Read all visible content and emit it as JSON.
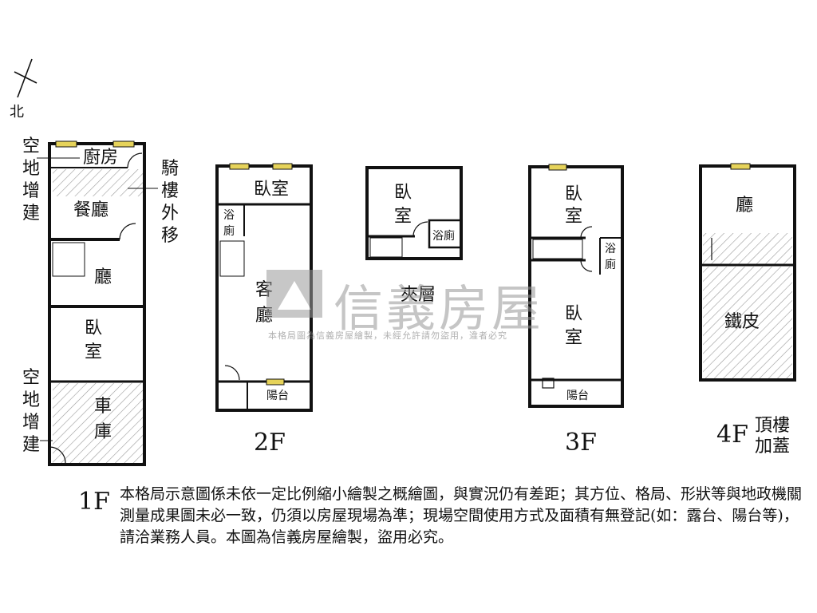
{
  "compass": {
    "north_label": "北"
  },
  "floor1": {
    "label": "1F",
    "rooms": {
      "kitchen": "廚房",
      "dining": "餐廳",
      "living": "廳",
      "bedroom_1": "臥",
      "bedroom_2": "室",
      "garage_1": "車",
      "garage_2": "庫"
    },
    "side_notes": {
      "annex_top": [
        "空",
        "地",
        "增",
        "建"
      ],
      "arcade": [
        "騎",
        "樓",
        "外",
        "移"
      ],
      "annex_bottom": [
        "空",
        "地",
        "增",
        "建"
      ]
    }
  },
  "floor2": {
    "label": "2F",
    "rooms": {
      "bedroom": "臥室",
      "bath_1": "浴",
      "bath_2": "廁",
      "living_1": "客",
      "living_2": "廳",
      "balcony": "陽台"
    }
  },
  "mezzanine": {
    "label": "夾層",
    "rooms": {
      "bedroom_1": "臥",
      "bedroom_2": "室",
      "bath": "浴廁"
    }
  },
  "floor3": {
    "label": "3F",
    "rooms": {
      "bedroom_a1": "臥",
      "bedroom_a2": "室",
      "bath_1": "浴",
      "bath_2": "廁",
      "bedroom_b1": "臥",
      "bedroom_b2": "室",
      "balcony": "陽台"
    }
  },
  "floor4": {
    "label": "4F",
    "rooms": {
      "hall": "廳",
      "iron_sheet": "鐵皮"
    },
    "note": [
      "頂樓",
      "加蓋"
    ]
  },
  "watermark": {
    "brand": "信義房屋",
    "notice": "本格局圖為信義房屋繪製，未經允許請勿盜用，違者必究"
  },
  "disclaimer": "本格局示意圖係未依一定比例縮小繪製之概繪圖，與實況仍有差距；其方位、格局、形狀等與地政機關測量成果圖未必一致，仍須以房屋現場為準；現場空間使用方式及面積有無登記(如：露台、陽台等)，請洽業務人員。本圖為信義房屋繪製，盜用必究。",
  "colors": {
    "wall": "#111111",
    "window": "#e6d35a",
    "hatch": "#9a9a9a",
    "watermark": "#9a9a9a"
  }
}
